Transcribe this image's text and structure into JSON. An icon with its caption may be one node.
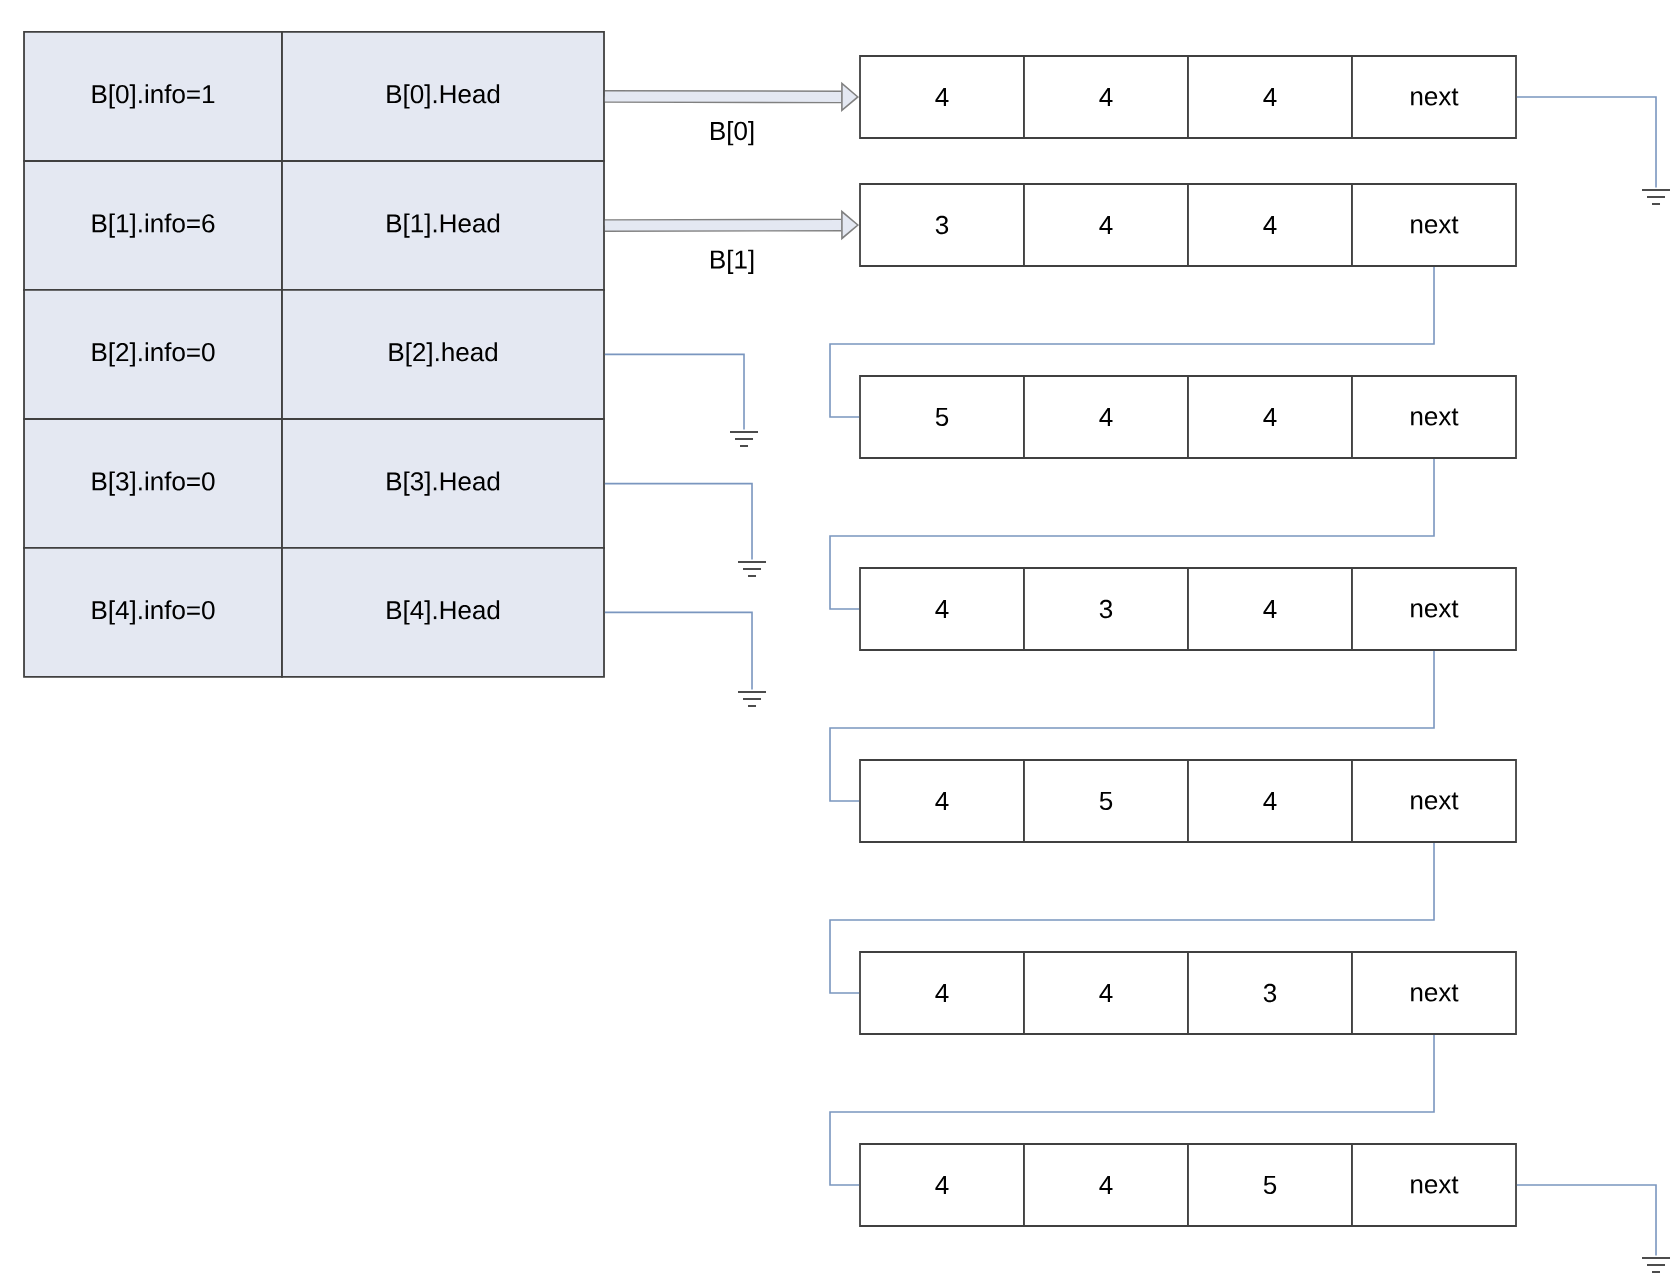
{
  "diagram": {
    "nodes": [
      {
        "text": [
          "B[0].info=1"
        ]
      },
      {
        "text": [
          "B[0].Head"
        ]
      },
      {
        "text": [
          "B[1].info=6"
        ]
      },
      {
        "text": [
          "B[1].Head"
        ]
      },
      {
        "text": [
          "B[2].info=0"
        ]
      },
      {
        "text": [
          "B[2].head"
        ]
      },
      {
        "text": [
          "B[3].info=0"
        ]
      },
      {
        "text": [
          "B[3].Head"
        ]
      },
      {
        "text": [
          "B[4].info=0"
        ]
      },
      {
        "text": [
          "B[4].Head"
        ]
      },
      {
        "text": [
          "4"
        ]
      },
      {
        "text": [
          "4"
        ]
      },
      {
        "text": [
          "4"
        ]
      },
      {
        "text": [
          "next"
        ]
      },
      {
        "text": [
          "3"
        ]
      },
      {
        "text": [
          "4"
        ]
      },
      {
        "text": [
          "4"
        ]
      },
      {
        "text": [
          "next"
        ]
      },
      {
        "text": [
          "5"
        ]
      },
      {
        "text": [
          "4"
        ]
      },
      {
        "text": [
          "4"
        ]
      },
      {
        "text": [
          "next"
        ]
      },
      {
        "text": [
          "4"
        ]
      },
      {
        "text": [
          "3"
        ]
      },
      {
        "text": [
          "4"
        ]
      },
      {
        "text": [
          "next"
        ]
      },
      {
        "text": [
          "4"
        ]
      },
      {
        "text": [
          "5"
        ]
      },
      {
        "text": [
          "4"
        ]
      },
      {
        "text": [
          "next"
        ]
      },
      {
        "text": [
          "4"
        ]
      },
      {
        "text": [
          "4"
        ]
      },
      {
        "text": [
          "3"
        ]
      },
      {
        "text": [
          "next"
        ]
      },
      {
        "text": [
          "4"
        ]
      },
      {
        "text": [
          "4"
        ]
      },
      {
        "text": [
          "5"
        ]
      },
      {
        "text": [
          "next"
        ]
      },
      {
        "text": [],
        "shape": "ground"
      },
      {
        "text": [],
        "shape": "ground"
      },
      {
        "text": [],
        "shape": "ground"
      },
      {
        "text": [],
        "shape": "ground"
      },
      {
        "text": [],
        "shape": "ground"
      }
    ],
    "edges": [
      {
        "from": 1,
        "to": 10,
        "arrow": "to",
        "label": "B[0]",
        "style": "thick",
        "color": "#808080"
      },
      {
        "from": 3,
        "to": 14,
        "arrow": "to",
        "label": "B[1]",
        "style": "thick",
        "color": "#808080"
      },
      {
        "from": 5,
        "to": 39,
        "arrow": "none"
      },
      {
        "from": 7,
        "to": 40,
        "arrow": "none"
      },
      {
        "from": 9,
        "to": 41,
        "arrow": "none"
      },
      {
        "from": 13,
        "to": 38,
        "arrow": "none"
      },
      {
        "from": 17,
        "to": 18,
        "arrow": "none"
      },
      {
        "from": 21,
        "to": 22,
        "arrow": "none"
      },
      {
        "from": 25,
        "to": 26,
        "arrow": "none"
      },
      {
        "from": 29,
        "to": 30,
        "arrow": "none"
      },
      {
        "from": 33,
        "to": 34,
        "arrow": "none"
      },
      {
        "from": 37,
        "to": 42,
        "arrow": "none"
      }
    ]
  }
}
